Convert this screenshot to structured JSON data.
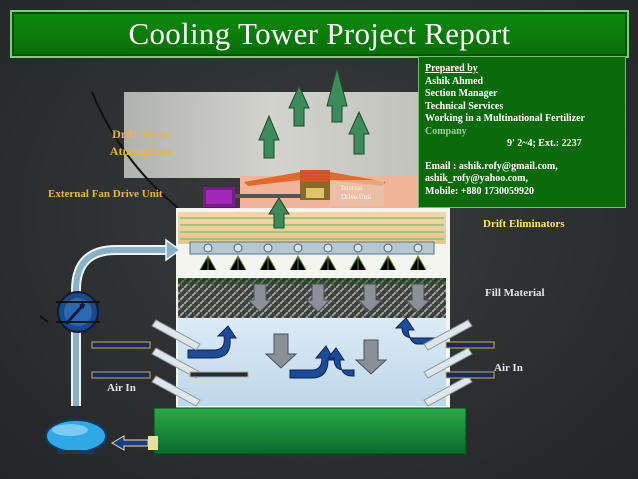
{
  "header": {
    "title": "Cooling Tower Project Report"
  },
  "author_box": {
    "heading": "Prepared by",
    "name": "Ashik Ahmed",
    "position": "Section Manager",
    "department": "Technical Services",
    "organization_line1": "Working in a Multinational Fertilizer",
    "organization_line2": "Company",
    "phone": "9' 2~4; Ext.: 2237",
    "email_line1": "Email : ashik.rofy@gmail.com,",
    "email_line2": "ashik_rofy@yahoo.com,",
    "mobile": "Mobile: +880 1730059920"
  },
  "diagram_labels": {
    "drift_air_line1": "Drift Air to",
    "drift_air_line2": "Atmosphere",
    "external_fan_drive": "External Fan Drive Unit",
    "drift_eliminators": "Drift Eliminators",
    "fill_material": "Fill Material",
    "air_in_right": "Air In",
    "air_in_left": "Air In",
    "internal_drive_line1": "Internal",
    "internal_drive_line2": "Drive Unit"
  },
  "colors": {
    "title_green": "#0e8a0e",
    "label_gold": "#e8b44a",
    "label_yellow": "#ffe36a",
    "arrow_green": "#3d8a5a",
    "water_blue": "#5aaee0"
  },
  "icons": {
    "heat_exchanger": "heat-exchanger-icon",
    "pump": "pump-icon",
    "fan": "fan-icon",
    "motor": "motor-icon"
  }
}
